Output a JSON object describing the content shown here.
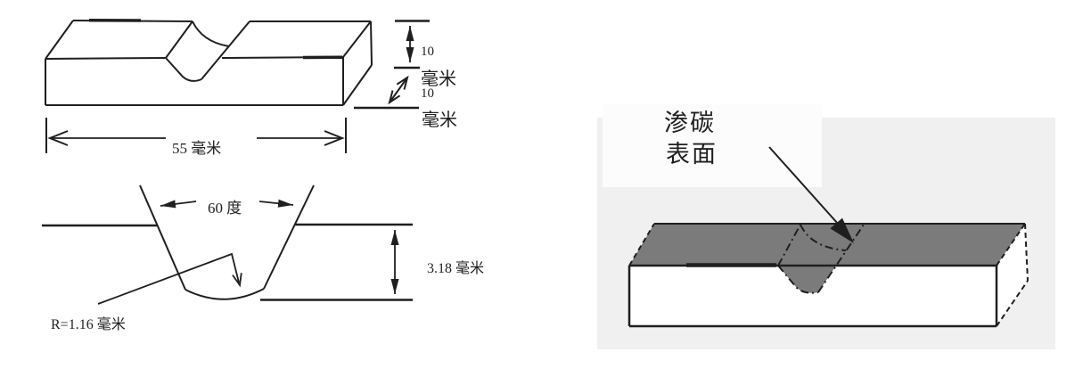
{
  "figure_type": "engineering-drawing-charpy-specimen",
  "colors": {
    "line": "#1f1f1f",
    "top_face": "#7b7b7b",
    "panel": "#f0f0f0",
    "patch": "#fcfcfc"
  },
  "specimen": {
    "length_label": "55 毫米",
    "height_value": "10",
    "height_unit": "毫米",
    "depth_value": "10",
    "depth_unit": "毫米"
  },
  "notch": {
    "angle_label": "60 度",
    "depth_label": "3.18 毫米",
    "radius_label": "R=1.16 毫米"
  },
  "carburized": {
    "label_line1": "渗碳",
    "label_line2": "表面"
  }
}
